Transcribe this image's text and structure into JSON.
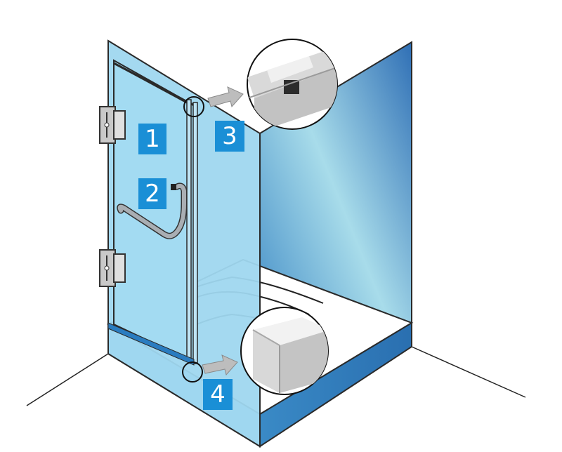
{
  "callouts": [
    {
      "id": "1",
      "label": "1"
    },
    {
      "id": "2",
      "label": "2"
    },
    {
      "id": "3",
      "label": "3"
    },
    {
      "id": "4",
      "label": "4"
    }
  ],
  "colors": {
    "badge": "#1a8fd6",
    "glass": "#9fd7ef",
    "glass_edge": "#2a2a2a",
    "wall_dark": "#2c7bbf",
    "wall_light": "#a8dcea",
    "handle": "#9aa0a6",
    "arrow": "#b5b5b5"
  },
  "icons": [
    "hinge-icon",
    "door-handle-icon",
    "magnifier-detail-icon",
    "arrow-icon"
  ]
}
